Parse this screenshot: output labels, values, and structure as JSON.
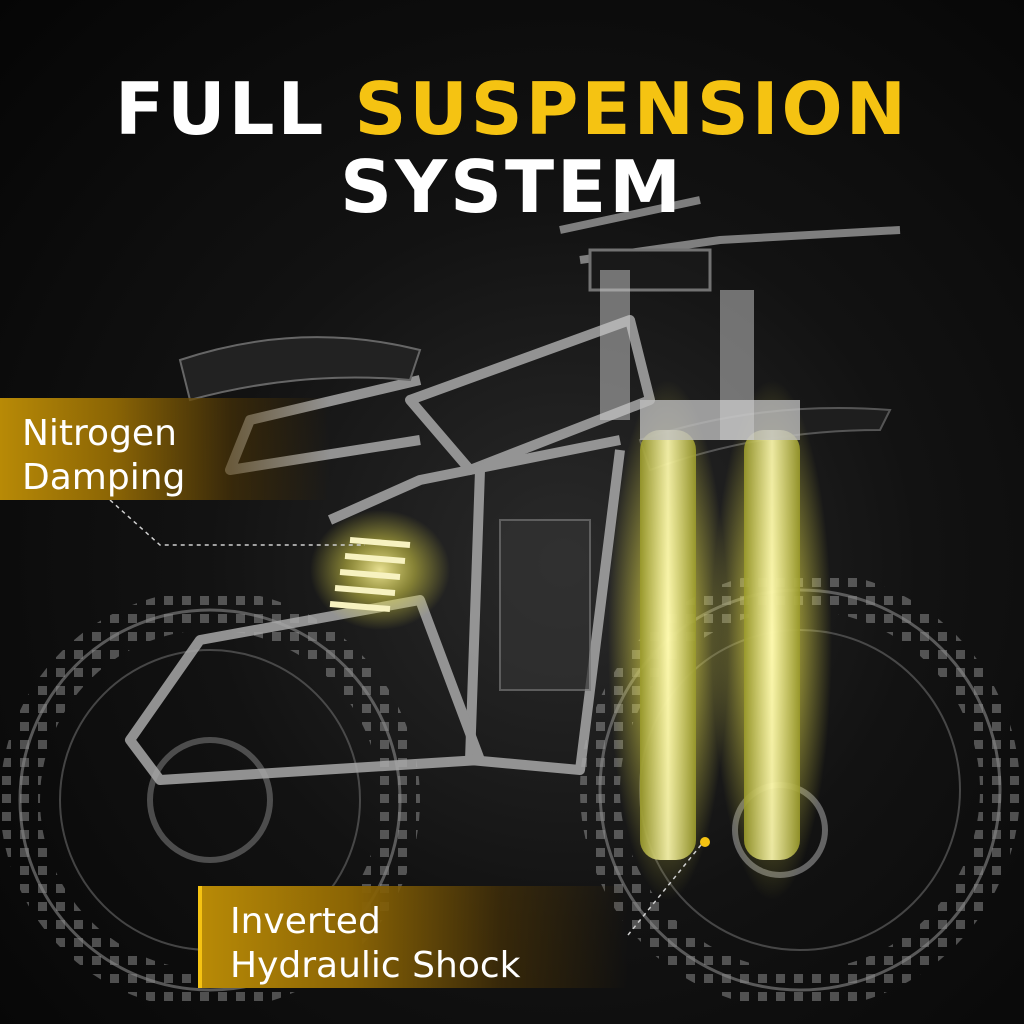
{
  "headline": {
    "line1_white": "FULL",
    "line1_accent": "SUSPENSION",
    "line2": "SYSTEM"
  },
  "callouts": {
    "nitrogen": {
      "line1": "Nitrogen",
      "line2": "Damping"
    },
    "hydraulic": {
      "line1": "Inverted",
      "line2": "Hydraulic Shock"
    }
  },
  "colors": {
    "accent": "#f5c312",
    "background": "#0a0a0a",
    "glow": "#e8e04a"
  }
}
